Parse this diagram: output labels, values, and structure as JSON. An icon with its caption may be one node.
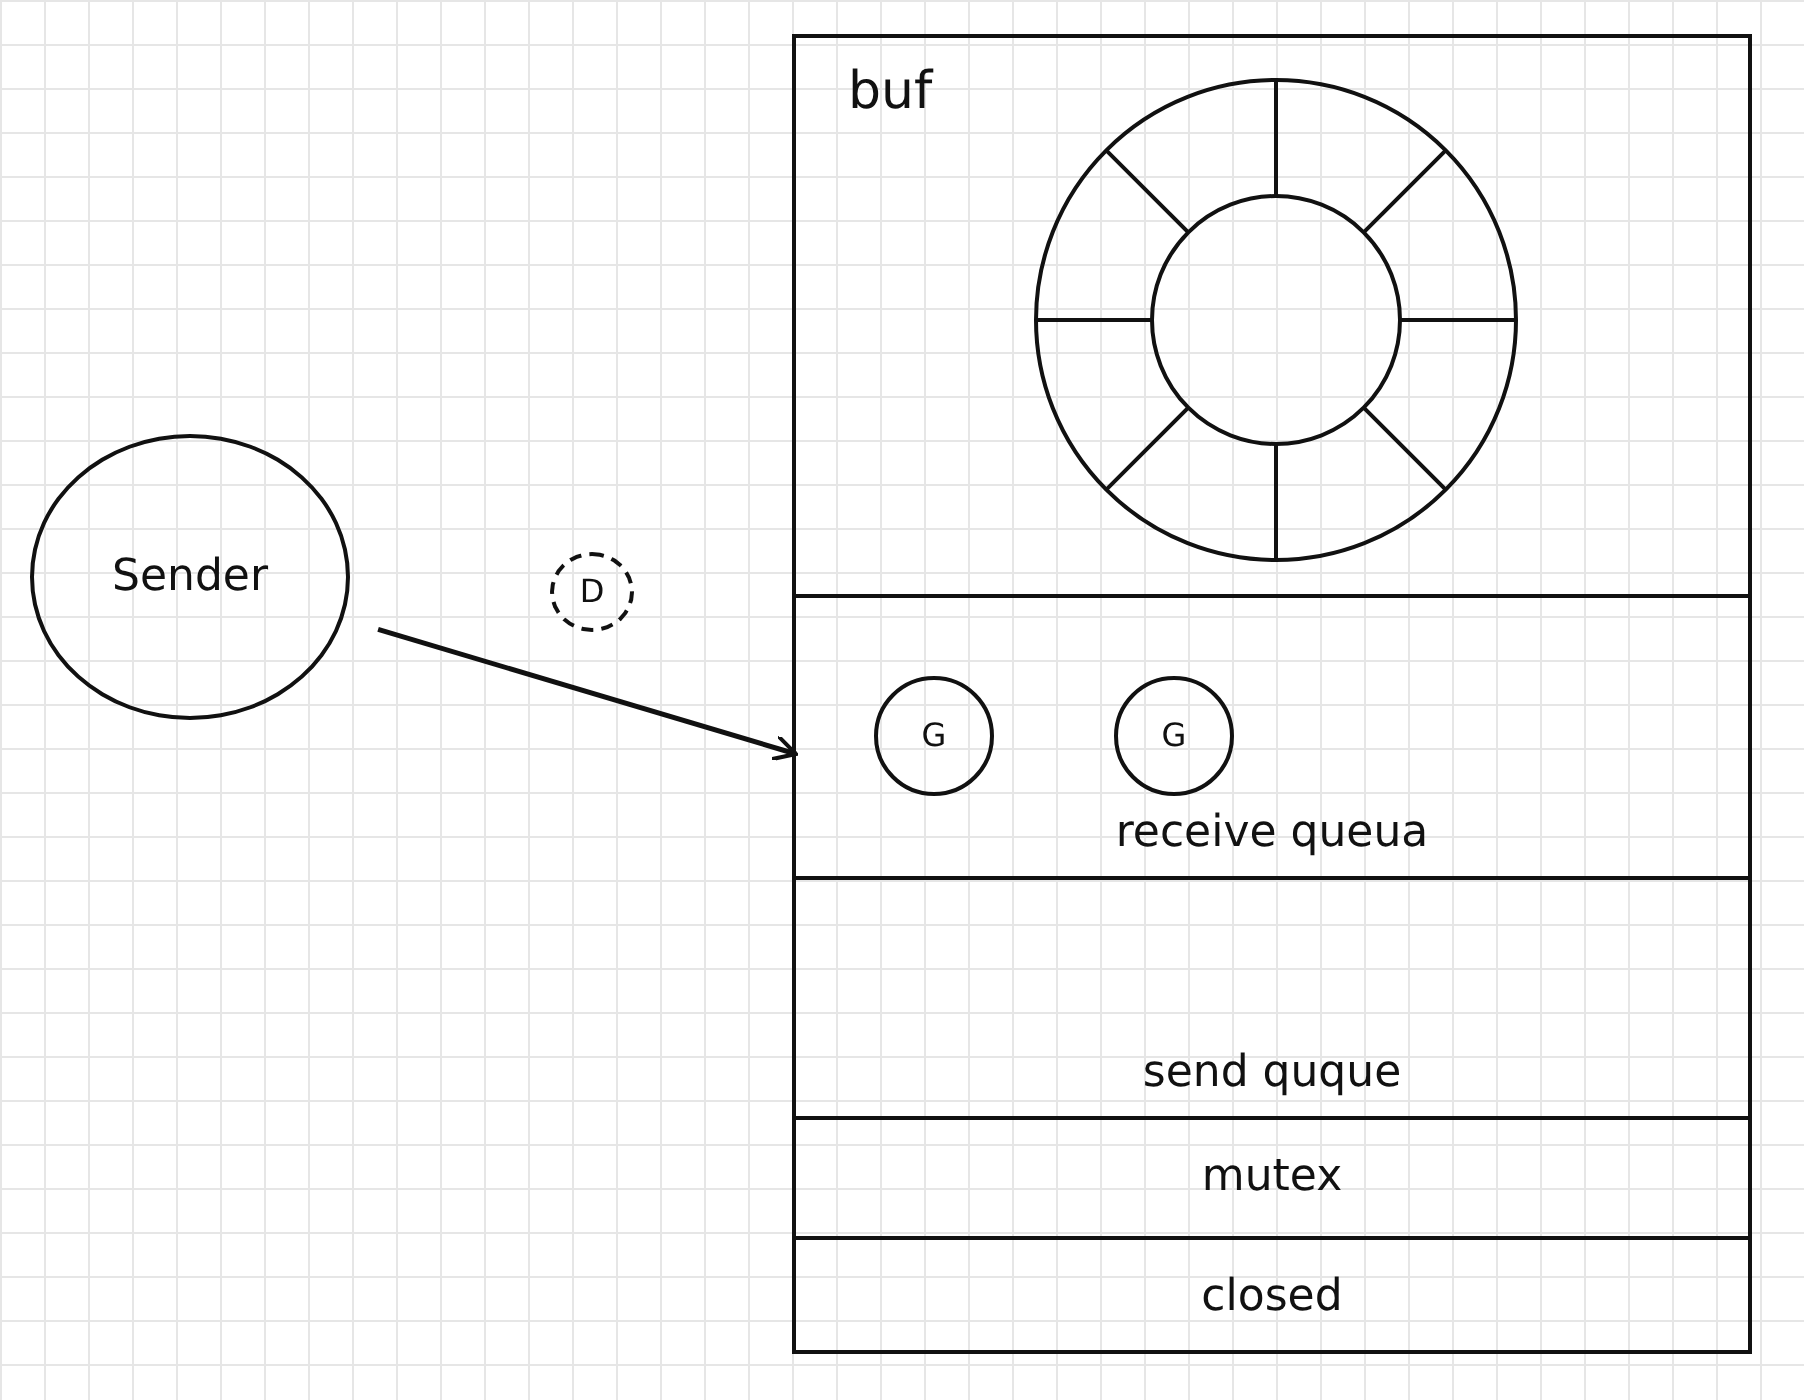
{
  "diagram": {
    "nodes": [
      {
        "text": [
          "Sender"
        ]
      },
      {
        "text": [],
        "shape": "box"
      },
      {
        "text": [
          "buf"
        ],
        "in": 1
      },
      {
        "text": [
          "receive queua"
        ],
        "in": 1
      },
      {
        "text": [
          "G"
        ],
        "in": 3
      },
      {
        "text": [
          "G"
        ],
        "in": 3
      },
      {
        "text": [
          "send quque"
        ],
        "in": 1
      },
      {
        "text": [
          "mutex"
        ],
        "in": 1
      },
      {
        "text": [
          "closed"
        ],
        "in": 1
      },
      {
        "text": [
          "D"
        ]
      }
    ],
    "edges": [
      {
        "from": 0,
        "to": 3,
        "arrow": "to"
      }
    ]
  }
}
